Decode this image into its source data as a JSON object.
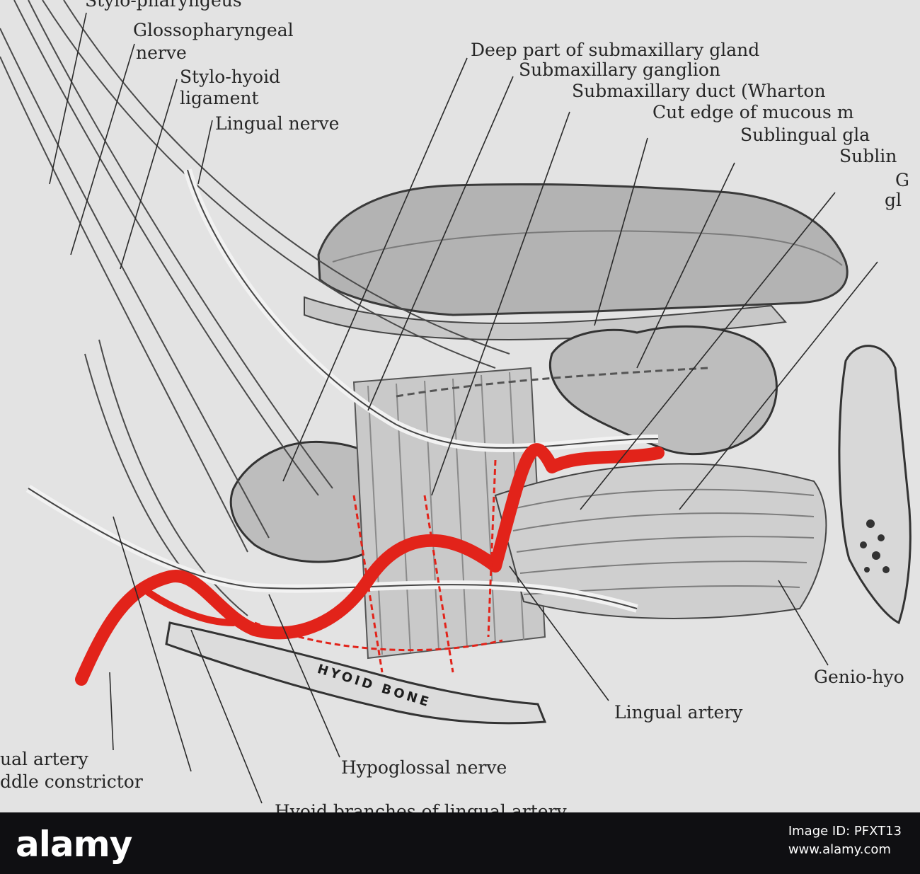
{
  "labels": {
    "stylo_pharyngeus": "Stylo-pharyngeus",
    "glossopharyngeal_nerve_1": "Glossopharyngeal",
    "glossopharyngeal_nerve_2": "nerve",
    "stylo_hyoid_1": "Stylo-hyoid",
    "stylo_hyoid_2": "ligament",
    "lingual_nerve": "Lingual nerve",
    "deep_part_gland": "Deep part of submaxillary gland",
    "submaxillary_ganglion": "Submaxillary ganglion",
    "submaxillary_duct": "Submaxillary duct (Wharton",
    "cut_edge": "Cut edge of mucous m",
    "sublingual_gland": "Sublingual gla",
    "sublingual_2": "Sublin",
    "genio_gl_1": "G",
    "genio_gl_2": "gl",
    "genio_hyoid": "Genio-hyo",
    "lingual_artery_right": "Lingual artery",
    "hypoglossal_nerve": "Hypoglossal nerve",
    "lingual_artery_left": "ual artery",
    "middle_constrictor": "ddle constrictor",
    "hyoid_bone": "HYOID BONE",
    "hyoid_branches": "Hyoid branches of lingual artery"
  },
  "footer": {
    "logo": "alamy",
    "image_id_label": "Image ID: PFXT13",
    "site": "www.alamy.com"
  },
  "colors": {
    "artery": "#e2231a",
    "ink": "#262626",
    "plate_bg": "#e3e3e3",
    "footer_bg": "#0f0f12"
  }
}
